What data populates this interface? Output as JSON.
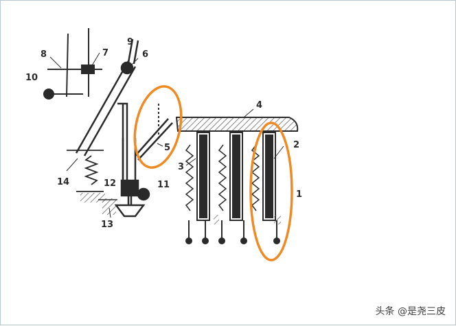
{
  "diagram": {
    "labels": [
      "1",
      "2",
      "3",
      "4",
      "5",
      "6",
      "7",
      "8",
      "9",
      "10",
      "11",
      "12",
      "13",
      "14"
    ]
  },
  "colors": {
    "ink": "#2a2a2a",
    "highlight": "#f08a24",
    "hatch": "#555555"
  },
  "watermark": {
    "text": "头条 @是尧三皮"
  }
}
